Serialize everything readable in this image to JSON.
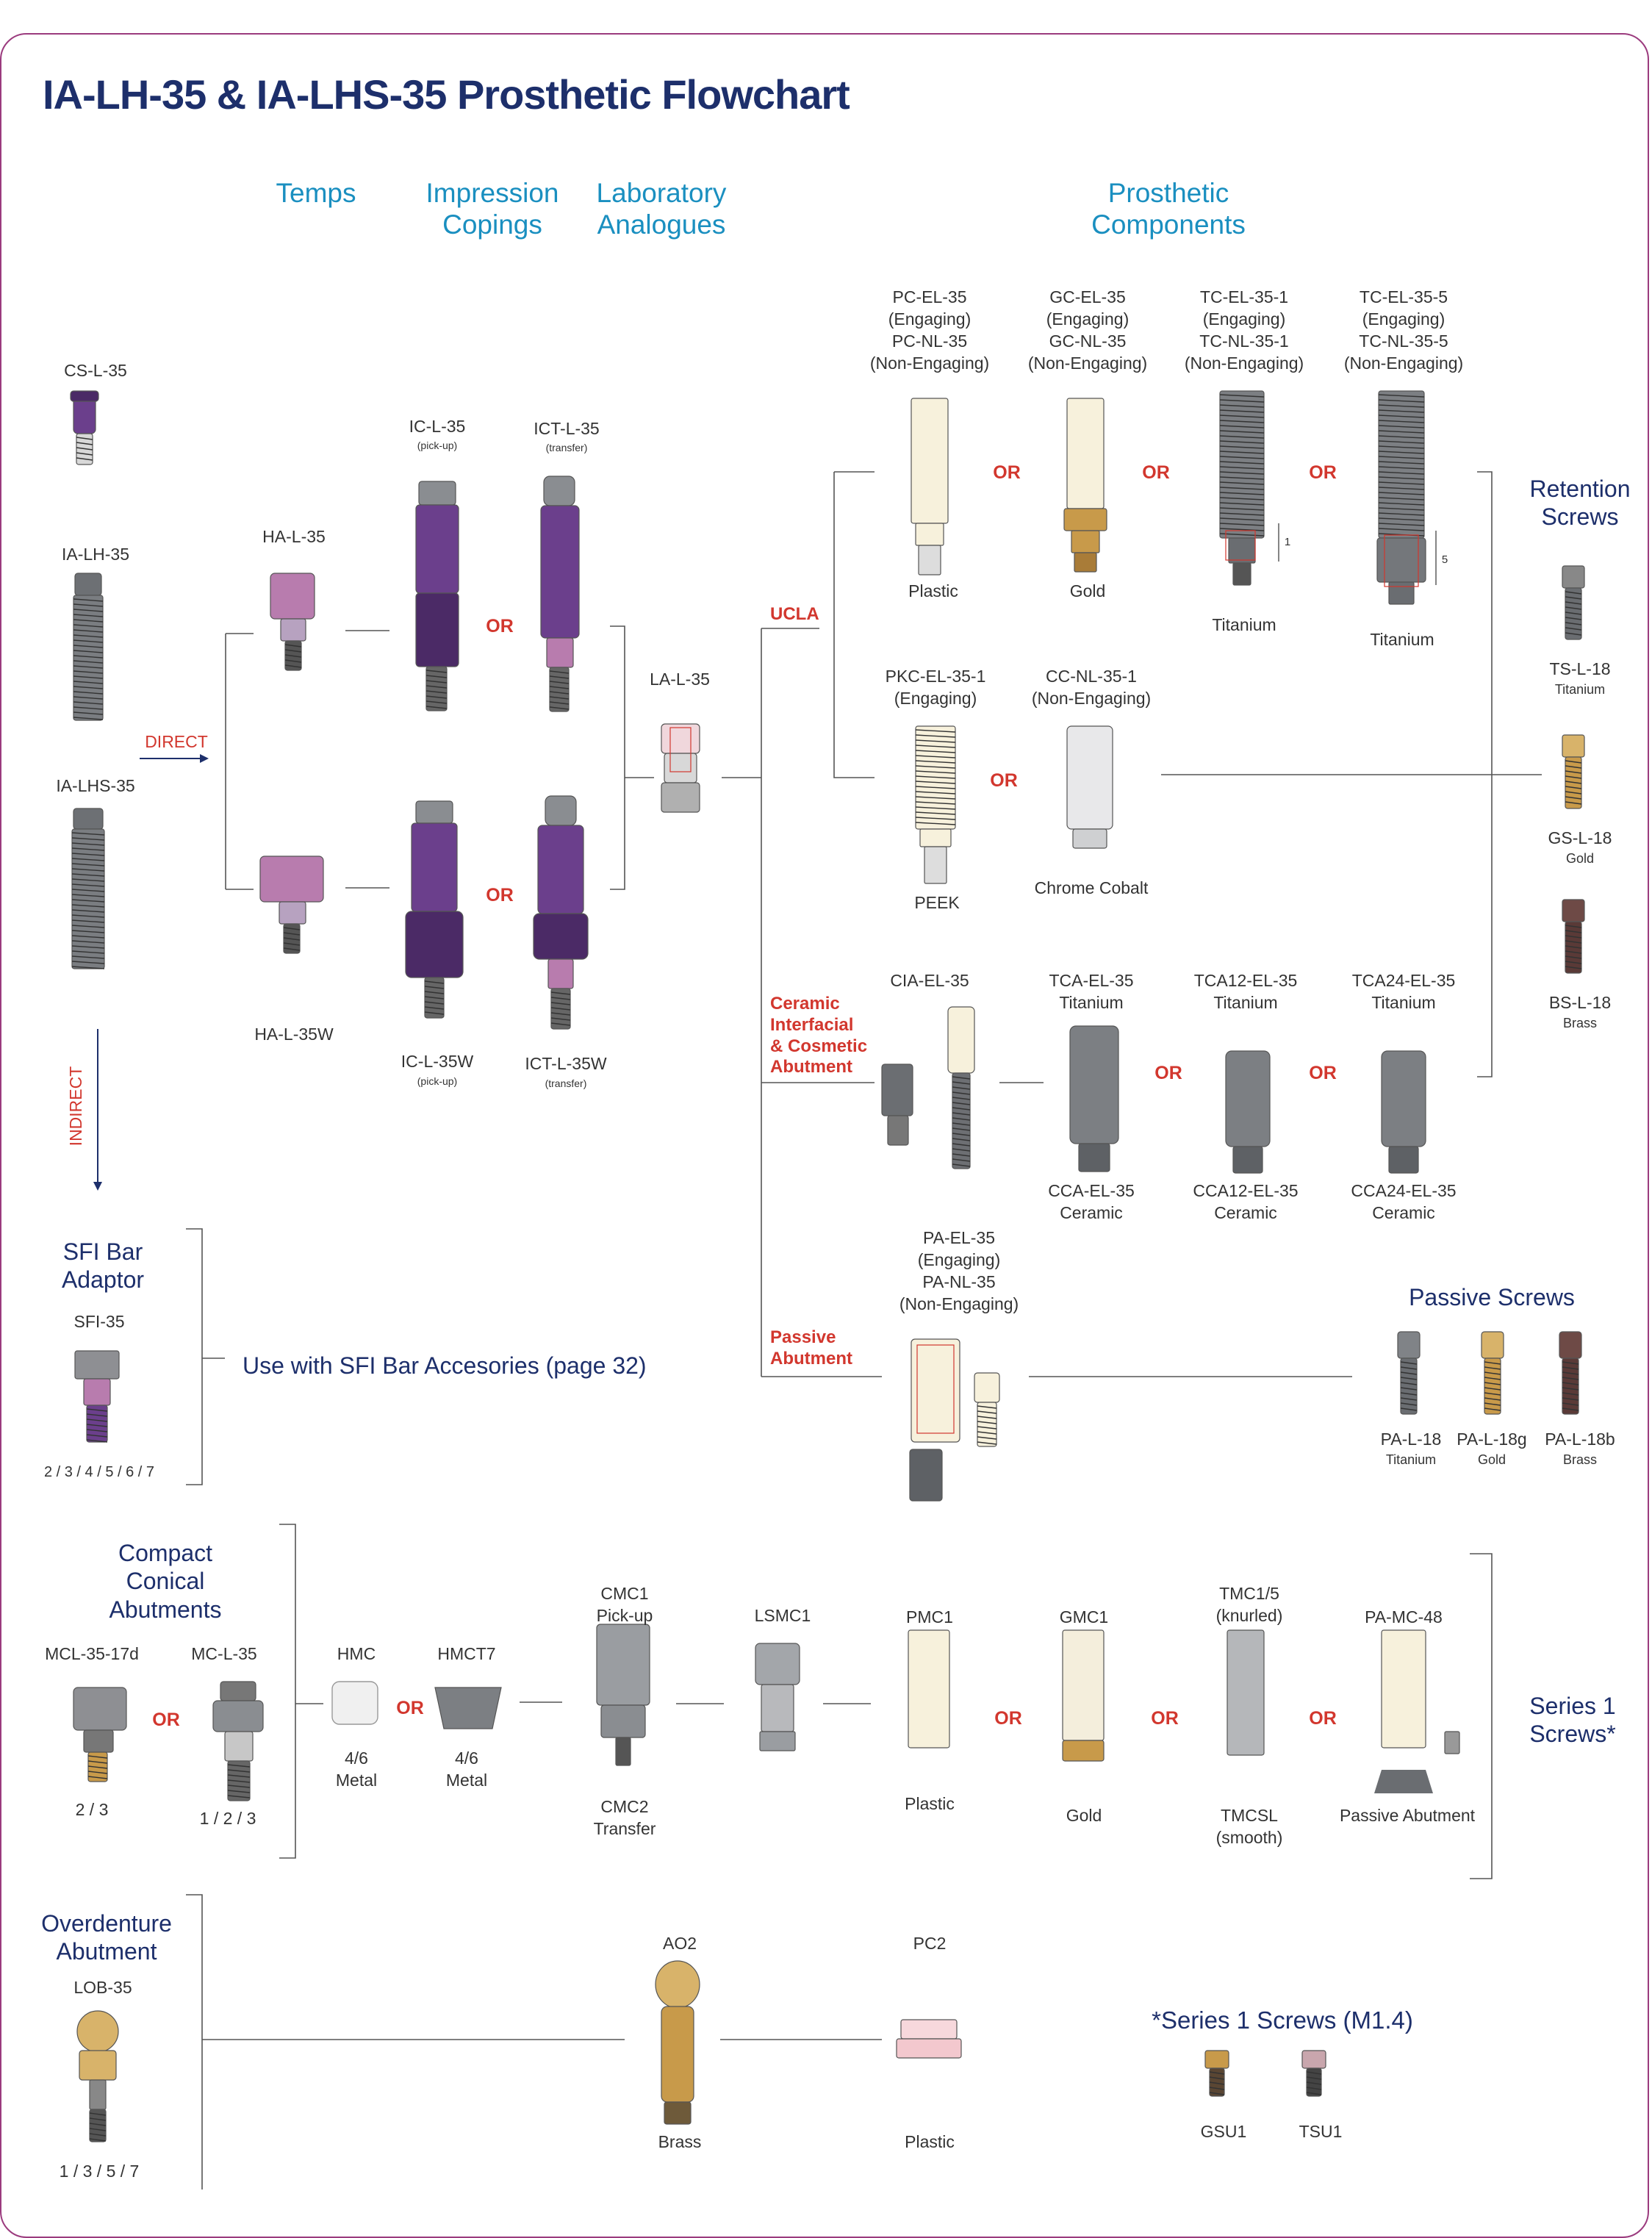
{
  "title": "IA-LH-35 & IA-LHS-35 Prosthetic Flowchart",
  "headers": {
    "temps": "Temps",
    "impression": "Impression\nCopings",
    "laboratory": "Laboratory\nAnalogues",
    "prosthetic": "Prosthetic\nComponents"
  },
  "or_label": "OR",
  "implants": {
    "cs": "CS-L-35",
    "lh": "IA-LH-35",
    "lhs": "IA-LHS-35",
    "direct": "DIRECT",
    "indirect": "INDIRECT"
  },
  "temps": {
    "ha": "HA-L-35",
    "haw": "HA-L-35W"
  },
  "copings": {
    "ic": "IC-L-35",
    "ic_note": "(pick-up)",
    "ict": "ICT-L-35",
    "ict_note": "(transfer)",
    "icw": "IC-L-35W",
    "icw_note": "(pick-up)",
    "ictw": "ICT-L-35W",
    "ictw_note": "(transfer)"
  },
  "analogue": "LA-L-35",
  "branches": {
    "ucla": "UCLA",
    "ceramic": "Ceramic\nInterfacial\n& Cosmetic\nAbutment",
    "passive": "Passive\nAbutment"
  },
  "ucla_row1": [
    {
      "code": "PC-EL-35\n(Engaging)\nPC-NL-35\n(Non-Engaging)",
      "material": "Plastic"
    },
    {
      "code": "GC-EL-35\n(Engaging)\nGC-NL-35\n(Non-Engaging)",
      "material": "Gold"
    },
    {
      "code": "TC-EL-35-1\n(Engaging)\nTC-NL-35-1\n(Non-Engaging)",
      "material": "Titanium",
      "dim": "1"
    },
    {
      "code": "TC-EL-35-5\n(Engaging)\nTC-NL-35-5\n(Non-Engaging)",
      "material": "Titanium",
      "dim": "5"
    }
  ],
  "ucla_row2": [
    {
      "code": "PKC-EL-35-1\n(Engaging)",
      "material": "PEEK"
    },
    {
      "code": "CC-NL-35-1\n(Non-Engaging)",
      "material": "Chrome Cobalt"
    }
  ],
  "ceramic_row": {
    "cia": "CIA-EL-35",
    "items": [
      {
        "top": "TCA-EL-35\nTitanium",
        "bottom": "CCA-EL-35\nCeramic"
      },
      {
        "top": "TCA12-EL-35\nTitanium",
        "bottom": "CCA12-EL-35\nCeramic"
      },
      {
        "top": "TCA24-EL-35\nTitanium",
        "bottom": "CCA24-EL-35\nCeramic"
      }
    ]
  },
  "passive_abutment": "PA-EL-35\n(Engaging)\nPA-NL-35\n(Non-Engaging)",
  "retention": {
    "title": "Retention\nScrews",
    "items": [
      {
        "code": "TS-L-18",
        "material": "Titanium"
      },
      {
        "code": "GS-L-18",
        "material": "Gold"
      },
      {
        "code": "BS-L-18",
        "material": "Brass"
      }
    ]
  },
  "passive_screws": {
    "title": "Passive Screws",
    "items": [
      {
        "code": "PA-L-18",
        "material": "Titanium"
      },
      {
        "code": "PA-L-18g",
        "material": "Gold"
      },
      {
        "code": "PA-L-18b",
        "material": "Brass"
      }
    ]
  },
  "sfi": {
    "title": "SFI Bar\nAdaptor",
    "code": "SFI-35",
    "sizes": "2 / 3 / 4 / 5 / 6 / 7",
    "note": "Use with SFI Bar Accesories (page 32)"
  },
  "compact": {
    "title": "Compact\nConical\nAbutments",
    "mcl": "MCL-35-17d",
    "mcl_sizes": "2 / 3",
    "mc": "MC-L-35",
    "mc_sizes": "1 / 2 / 3",
    "hmc": "HMC",
    "hmc_note": "4/6\nMetal",
    "hmct": "HMCT7",
    "hmct_note": "4/6\nMetal",
    "cmc1": "CMC1\nPick-up",
    "cmc2": "CMC2\nTransfer",
    "lsmc": "LSMC1",
    "pmc": "PMC1",
    "pmc_mat": "Plastic",
    "gmc": "GMC1",
    "gmc_mat": "Gold",
    "tmc": "TMC1/5\n(knurled)",
    "tmc_mat": "TMCSL\n(smooth)",
    "pamc": "PA-MC-48",
    "pamc_mat": "Passive Abutment",
    "series": "Series 1\nScrews*"
  },
  "overdenture": {
    "title": "Overdenture\nAbutment",
    "code": "LOB-35",
    "sizes": "1 / 3 / 5 / 7",
    "ao2": "AO2",
    "ao2_mat": "Brass",
    "pc2": "PC2",
    "pc2_mat": "Plastic",
    "series_note": "*Series 1 Screws (M1.4)",
    "gsu": "GSU1",
    "tsu": "TSU1"
  },
  "colors": {
    "purple": "#6b3f8c",
    "purple_dark": "#4b2a66",
    "pink": "#b87cae",
    "gray": "#8a8d91",
    "gray_dark": "#5c5f63",
    "gold": "#c89a4a",
    "brass": "#d8b36a",
    "ivory": "#f7f1dc",
    "brown": "#6e4a46",
    "blue_title": "#1d2f6b",
    "cyan": "#1a8fc0",
    "red": "#d2372e",
    "line": "#555555"
  }
}
